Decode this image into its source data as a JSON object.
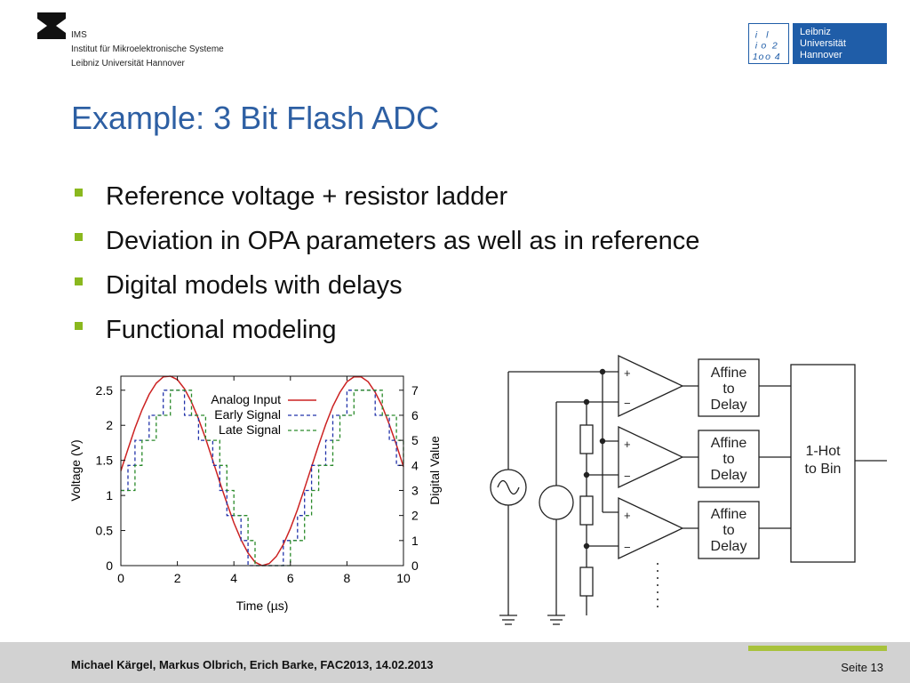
{
  "header": {
    "institute_lines": [
      "IMS",
      "Institut für Mikroelektronische Systeme",
      "Leibniz Universität Hannover"
    ],
    "university_logo_lines": [
      "Leibniz",
      "Universität",
      "Hannover"
    ],
    "brand_color": "#1f5da8"
  },
  "slide": {
    "title": "Example: 3 Bit Flash ADC",
    "bullets": [
      "Reference voltage + resistor ladder",
      "Deviation in OPA parameters as well as in reference",
      "Digital models with delays",
      "Functional modeling"
    ],
    "bullet_color": "#8ab81e",
    "title_color": "#2d5fa3"
  },
  "chart_data": {
    "type": "line",
    "xlabel": "Time (µs)",
    "ylabel": "Voltage (V)",
    "y2label": "Digital Value",
    "xlim": [
      0,
      10
    ],
    "ylim": [
      0,
      2.7
    ],
    "y2lim": [
      0,
      7.56
    ],
    "x_ticks": [
      "0",
      "2",
      "4",
      "6",
      "8",
      "10"
    ],
    "y_ticks": [
      "0",
      "0.5",
      "1",
      "1.5",
      "2",
      "2.5"
    ],
    "y2_ticks": [
      "0",
      "1",
      "2",
      "3",
      "4",
      "5",
      "6",
      "7"
    ],
    "legend_position": "top-right",
    "series": [
      {
        "name": "Analog Input",
        "color": "#cc2222",
        "style": "solid",
        "x": [
          0,
          0.25,
          0.5,
          0.75,
          1,
          1.25,
          1.5,
          1.75,
          2,
          2.25,
          2.5,
          2.75,
          3,
          3.25,
          3.5,
          3.75,
          4,
          4.25,
          4.5,
          4.75,
          5,
          5.25,
          5.5,
          5.75,
          6,
          6.25,
          6.5,
          6.75,
          7,
          7.25,
          7.5,
          7.75,
          8,
          8.25,
          8.5,
          8.75,
          9,
          9.25,
          9.5,
          9.75,
          10
        ],
        "y": [
          1.35,
          1.66,
          1.96,
          2.22,
          2.44,
          2.6,
          2.69,
          2.7,
          2.65,
          2.52,
          2.33,
          2.09,
          1.81,
          1.5,
          1.19,
          0.89,
          0.61,
          0.37,
          0.18,
          0.05,
          0.0,
          0.03,
          0.13,
          0.3,
          0.53,
          0.8,
          1.1,
          1.41,
          1.72,
          2.01,
          2.27,
          2.47,
          2.62,
          2.69,
          2.69,
          2.62,
          2.47,
          2.27,
          2.01,
          1.72,
          1.41
        ]
      },
      {
        "name": "Early Signal",
        "color": "#2233aa",
        "style": "dashed",
        "x": [
          0,
          0.25,
          0.5,
          0.75,
          1,
          1.25,
          1.5,
          1.75,
          2,
          2.25,
          2.5,
          2.75,
          3,
          3.25,
          3.5,
          3.75,
          4,
          4.25,
          4.5,
          4.75,
          5,
          5.25,
          5.5,
          5.75,
          6,
          6.25,
          6.5,
          6.75,
          7,
          7.25,
          7.5,
          7.75,
          8,
          8.25,
          8.5,
          8.75,
          9,
          9.25,
          9.5,
          9.75,
          10
        ],
        "y": [
          3,
          4,
          5,
          5,
          6,
          6,
          7,
          7,
          7,
          6,
          6,
          5,
          5,
          4,
          3,
          2,
          2,
          1,
          0,
          0,
          0,
          0,
          0,
          1,
          1,
          2,
          3,
          4,
          4,
          5,
          6,
          6,
          7,
          7,
          7,
          7,
          6,
          6,
          5,
          4,
          4
        ]
      },
      {
        "name": "Late Signal",
        "color": "#2a8a2a",
        "style": "dashed",
        "x": [
          0,
          0.25,
          0.5,
          0.75,
          1,
          1.25,
          1.5,
          1.75,
          2,
          2.25,
          2.5,
          2.75,
          3,
          3.25,
          3.5,
          3.75,
          4,
          4.25,
          4.5,
          4.75,
          5,
          5.25,
          5.5,
          5.75,
          6,
          6.25,
          6.5,
          6.75,
          7,
          7.25,
          7.5,
          7.75,
          8,
          8.25,
          8.5,
          8.75,
          9,
          9.25,
          9.5,
          9.75,
          10
        ],
        "y": [
          3,
          3,
          4,
          5,
          5,
          6,
          6,
          7,
          7,
          7,
          6,
          6,
          5,
          5,
          4,
          3,
          2,
          2,
          1,
          0,
          0,
          0,
          0,
          0,
          1,
          1,
          2,
          3,
          4,
          4,
          5,
          6,
          6,
          7,
          7,
          7,
          7,
          6,
          6,
          5,
          4
        ]
      }
    ]
  },
  "circuit": {
    "blocks": [
      "Affine\nto\nDelay",
      "Affine\nto\nDelay",
      "Affine\nto\nDelay"
    ],
    "output_block": "1-Hot\nto Bin",
    "plus_sign": "+",
    "minus_sign": "−"
  },
  "footer": {
    "authors": "Michael Kärgel, Markus Olbrich, Erich Barke, FAC2013, 14.02.2013",
    "page": "Seite 13",
    "accent_color": "#a8c23c"
  }
}
